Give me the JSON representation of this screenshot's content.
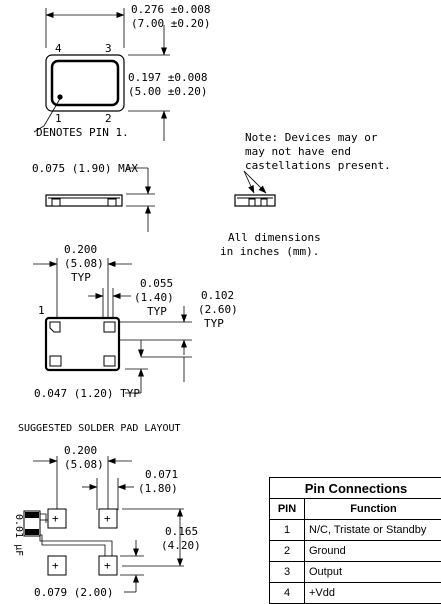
{
  "top_view": {
    "width_in": "0.276 ±0.008",
    "width_mm": "(7.00 ±0.20)",
    "height_in": "0.197 ±0.008",
    "height_mm": "(5.00 ±0.20)",
    "pin_labels": [
      "4",
      "3",
      "1",
      "2"
    ],
    "pin1_note": "DENOTES PIN 1."
  },
  "side_view": {
    "height_label": "0.075 (1.90) MAX"
  },
  "note": {
    "lines": [
      "Note:  Devices may or",
      "may not have end",
      "castellations present."
    ]
  },
  "all_dims": {
    "lines": [
      "All dimensions",
      "in inches (mm)."
    ]
  },
  "bottom_view": {
    "pitch_in": "0.200",
    "pitch_mm": "(5.08)",
    "pitch_typ": "TYP",
    "pad_w_in": "0.055",
    "pad_w_mm": "(1.40)",
    "pad_w_typ": "TYP",
    "pad_h_in": "0.102",
    "pad_h_mm": "(2.60)",
    "pad_h_typ": "TYP",
    "pad_gap": "0.047 (1.20) TYP",
    "pin1": "1"
  },
  "solder_layout": {
    "title": "SUGGESTED SOLDER PAD LAYOUT",
    "pitch_in": "0.200",
    "pitch_mm": "(5.08)",
    "pad_w_in": "0.071",
    "pad_w_mm": "(1.80)",
    "pad_h_in": "0.165",
    "pad_h_mm": "(4.20)",
    "pad_gap": "0.079 (2.00)",
    "cap_label": "0.01 μF"
  },
  "pin_table": {
    "title": "Pin Connections",
    "headers": [
      "PIN",
      "Function"
    ],
    "rows": [
      {
        "pin": "1",
        "function": "N/C, Tristate or Standby"
      },
      {
        "pin": "2",
        "function": "Ground"
      },
      {
        "pin": "3",
        "function": "Output"
      },
      {
        "pin": "4",
        "function": "+Vdd"
      }
    ]
  }
}
